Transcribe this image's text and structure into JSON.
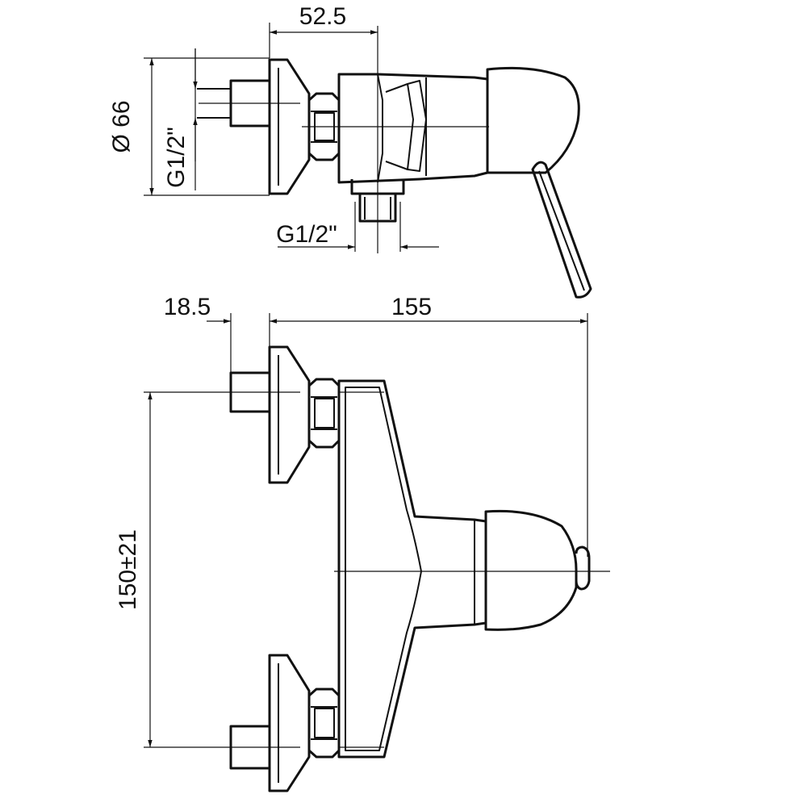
{
  "dimensions": {
    "top_width": "52.5",
    "diameter": "Ø 66",
    "inlet_thread": "G1/2\"",
    "outlet_thread": "G1/2\"",
    "inlet_depth": "18.5",
    "total_depth": "155",
    "centers": "150±21"
  },
  "colors": {
    "line": "#111111",
    "background": "#ffffff"
  }
}
